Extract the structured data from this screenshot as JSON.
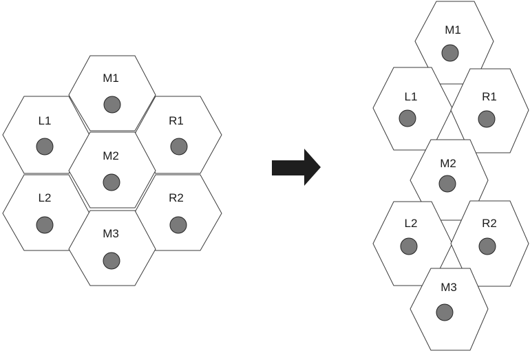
{
  "left_cluster": {
    "cells": [
      {
        "id": "m1",
        "label": "M1"
      },
      {
        "id": "l1",
        "label": "L1"
      },
      {
        "id": "r1",
        "label": "R1"
      },
      {
        "id": "m2",
        "label": "M2"
      },
      {
        "id": "l2",
        "label": "L2"
      },
      {
        "id": "r2",
        "label": "R2"
      },
      {
        "id": "m3",
        "label": "M3"
      }
    ]
  },
  "right_cluster": {
    "cells": [
      {
        "id": "m1",
        "label": "M1"
      },
      {
        "id": "l1",
        "label": "L1"
      },
      {
        "id": "r1",
        "label": "R1"
      },
      {
        "id": "m2",
        "label": "M2"
      },
      {
        "id": "l2",
        "label": "L2"
      },
      {
        "id": "r2",
        "label": "R2"
      },
      {
        "id": "m3",
        "label": "M3"
      }
    ]
  },
  "colors": {
    "hex_fill": "#ffffff",
    "hex_stroke": "#3a3a3a",
    "dot_fill": "#7a7a7a",
    "arrow": "#1e1e1e"
  },
  "icons": {
    "transition": "right-arrow-icon"
  }
}
